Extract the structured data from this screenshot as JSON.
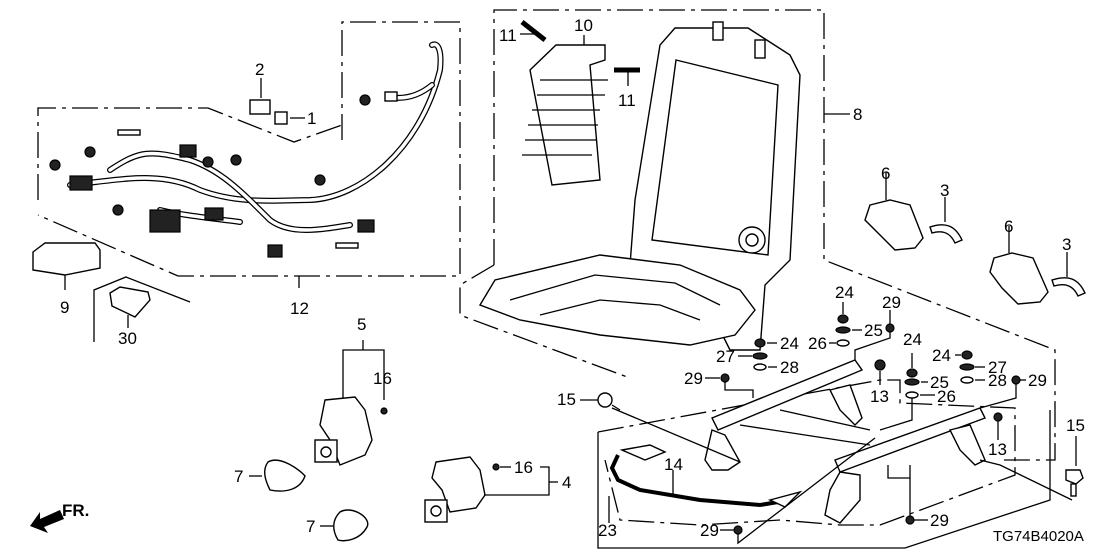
{
  "diagram": {
    "title": "Front Seat Components (Driver Side) Parts Diagram",
    "code": "TG74B4020A",
    "direction_indicator": "FR.",
    "callouts": [
      {
        "id": "c1",
        "label": "1"
      },
      {
        "id": "c2",
        "label": "2"
      },
      {
        "id": "c3a",
        "label": "3"
      },
      {
        "id": "c3b",
        "label": "3"
      },
      {
        "id": "c4",
        "label": "4"
      },
      {
        "id": "c5",
        "label": "5"
      },
      {
        "id": "c6a",
        "label": "6"
      },
      {
        "id": "c6b",
        "label": "6"
      },
      {
        "id": "c7a",
        "label": "7"
      },
      {
        "id": "c7b",
        "label": "7"
      },
      {
        "id": "c8",
        "label": "8"
      },
      {
        "id": "c9",
        "label": "9"
      },
      {
        "id": "c10",
        "label": "10"
      },
      {
        "id": "c11a",
        "label": "11"
      },
      {
        "id": "c11b",
        "label": "11"
      },
      {
        "id": "c12",
        "label": "12"
      },
      {
        "id": "c13a",
        "label": "13"
      },
      {
        "id": "c13b",
        "label": "13"
      },
      {
        "id": "c14",
        "label": "14"
      },
      {
        "id": "c15a",
        "label": "15"
      },
      {
        "id": "c15b",
        "label": "15"
      },
      {
        "id": "c16a",
        "label": "16"
      },
      {
        "id": "c16b",
        "label": "16"
      },
      {
        "id": "c23",
        "label": "23"
      },
      {
        "id": "c24a",
        "label": "24"
      },
      {
        "id": "c24b",
        "label": "24"
      },
      {
        "id": "c24c",
        "label": "24"
      },
      {
        "id": "c24d",
        "label": "24"
      },
      {
        "id": "c25a",
        "label": "25"
      },
      {
        "id": "c25b",
        "label": "25"
      },
      {
        "id": "c26a",
        "label": "26"
      },
      {
        "id": "c26b",
        "label": "26"
      },
      {
        "id": "c27a",
        "label": "27"
      },
      {
        "id": "c27b",
        "label": "27"
      },
      {
        "id": "c28a",
        "label": "28"
      },
      {
        "id": "c28b",
        "label": "28"
      },
      {
        "id": "c29a",
        "label": "29"
      },
      {
        "id": "c29b",
        "label": "29"
      },
      {
        "id": "c29c",
        "label": "29"
      },
      {
        "id": "c29d",
        "label": "29"
      },
      {
        "id": "c29e",
        "label": "29"
      },
      {
        "id": "c30",
        "label": "30"
      }
    ]
  }
}
